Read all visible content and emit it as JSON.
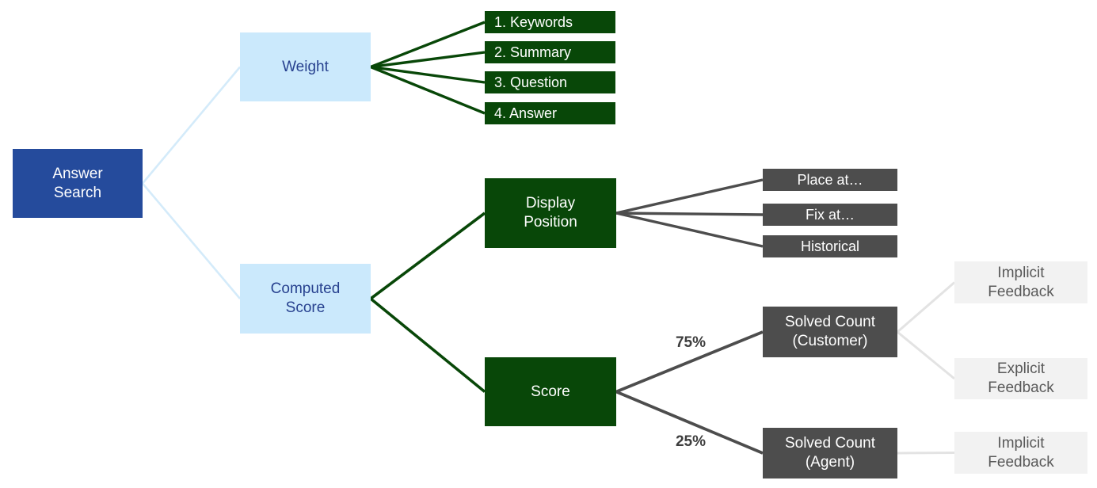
{
  "diagram": {
    "nodes": {
      "answer_search": {
        "label": "Answer\nSearch"
      },
      "weight": {
        "label": "Weight"
      },
      "computed_score": {
        "label": "Computed\nScore"
      },
      "keywords": {
        "label": "1. Keywords"
      },
      "summary": {
        "label": "2. Summary"
      },
      "question": {
        "label": "3. Question"
      },
      "answer": {
        "label": "4. Answer"
      },
      "display_position": {
        "label": "Display\nPosition"
      },
      "score": {
        "label": "Score"
      },
      "place_at": {
        "label": "Place at…"
      },
      "fix_at": {
        "label": "Fix at…"
      },
      "historical": {
        "label": "Historical"
      },
      "solved_count_customer": {
        "label": "Solved Count\n(Customer)"
      },
      "solved_count_agent": {
        "label": "Solved Count\n(Agent)"
      },
      "implicit_feedback_customer": {
        "label": "Implicit\nFeedback"
      },
      "explicit_feedback_customer": {
        "label": "Explicit\nFeedback"
      },
      "implicit_feedback_agent": {
        "label": "Implicit\nFeedback"
      }
    },
    "edge_labels": {
      "score_to_customer": "75%",
      "score_to_agent": "25%"
    },
    "colors": {
      "root_box": "#254B9C",
      "light_blue_box": "#CBE9FC",
      "light_blue_text": "#27418F",
      "dark_green": "#084708",
      "dark_gray": "#4D4D4D",
      "light_gray_box": "#F2F2F2",
      "light_gray_text": "#595959",
      "light_blue_line": "#D4EBFA",
      "light_gray_line": "#E3E3E3",
      "percent_text": "#3D3D3D"
    }
  }
}
